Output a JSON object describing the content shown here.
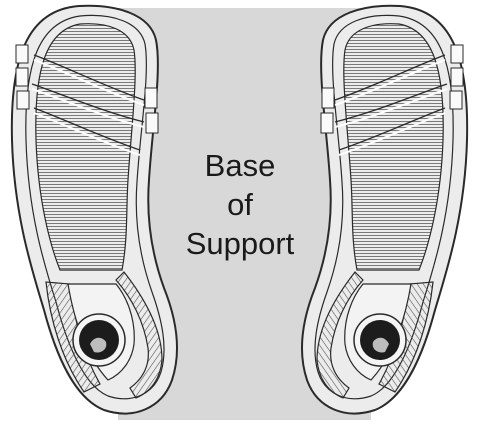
{
  "diagram": {
    "label_lines": [
      "Base",
      "of",
      "Support"
    ],
    "colors": {
      "support_area": "#d8d8d8",
      "outline": "#2a2a2a",
      "sole_fill": "#ececec",
      "tread": "#7a7a7a",
      "heel_disc": "#1c1c1c"
    },
    "shapes": {
      "left_shoe": "shoe-sole-icon",
      "right_shoe": "shoe-sole-icon",
      "heel_mark": "heel-disc-icon"
    }
  }
}
